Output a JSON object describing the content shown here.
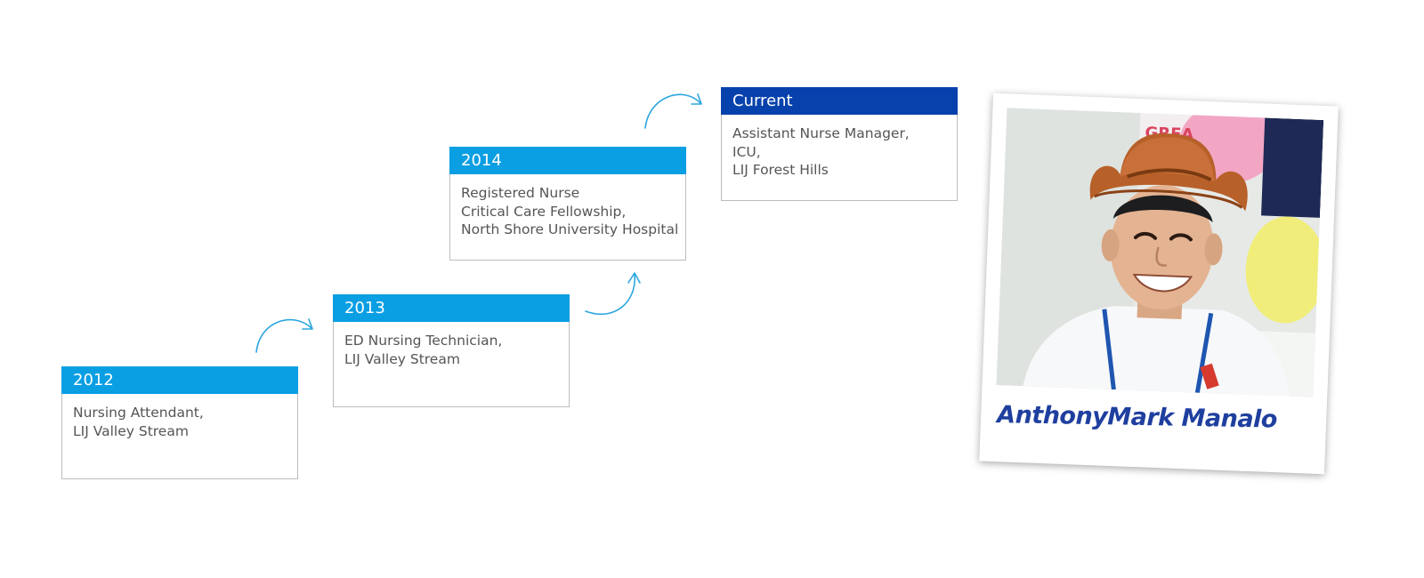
{
  "colors": {
    "header_light": "#0a9ee3",
    "header_dark": "#0741ac",
    "arrow": "#2aa6e0",
    "body_text": "#555555",
    "caption": "#1f3f9f"
  },
  "steps": [
    {
      "year": "2012",
      "lines": [
        "Nursing Attendant,",
        "LIJ Valley Stream"
      ]
    },
    {
      "year": "2013",
      "lines": [
        "ED Nursing Technician,",
        "LIJ Valley Stream"
      ]
    },
    {
      "year": "2014",
      "lines": [
        "Registered Nurse",
        "Critical Care Fellowship,",
        "North Shore University Hospital"
      ]
    },
    {
      "year": "Current",
      "lines": [
        "Assistant Nurse Manager,",
        "ICU,",
        "LIJ Forest Hills"
      ]
    }
  ],
  "photo": {
    "caption": "AnthonyMark Manalo",
    "background_sign": "GREA"
  }
}
